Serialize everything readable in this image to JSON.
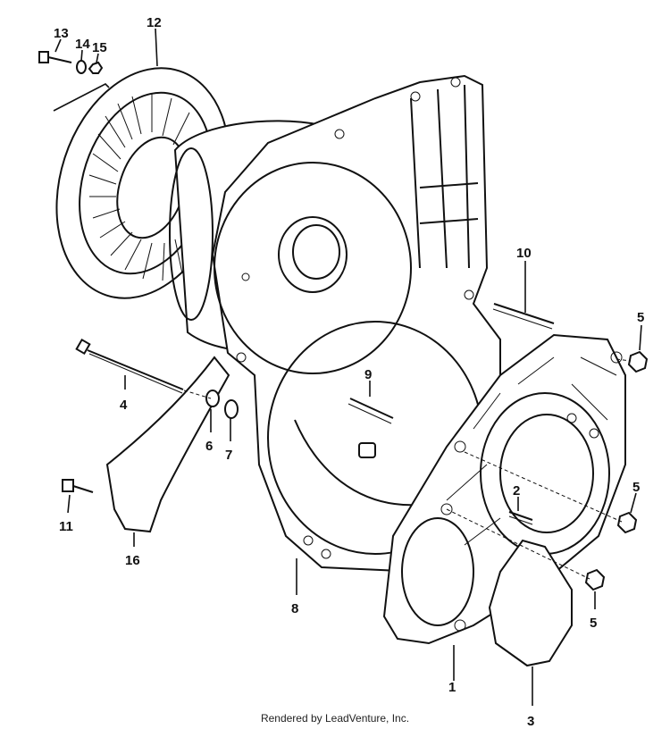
{
  "callouts": [
    "13",
    "14",
    "15",
    "12",
    "10",
    "5",
    "4",
    "9",
    "6",
    "7",
    "2",
    "5",
    "11",
    "16",
    "8",
    "5",
    "1",
    "3"
  ],
  "footer": "Rendered by LeadVenture, Inc.",
  "watermark": "LEADVENTURE"
}
